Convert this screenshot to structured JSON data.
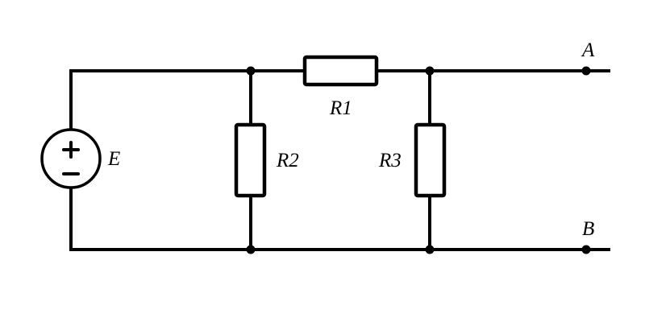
{
  "diagram": {
    "type": "electrical-circuit",
    "components": {
      "source": {
        "label": "E",
        "kind": "voltage-source",
        "polarity_top": "+",
        "polarity_bottom": "-"
      },
      "r1": {
        "label": "R1",
        "kind": "resistor",
        "placement": "series-top"
      },
      "r2": {
        "label": "R2",
        "kind": "resistor",
        "placement": "shunt-left"
      },
      "r3": {
        "label": "R3",
        "kind": "resistor",
        "placement": "shunt-right"
      }
    },
    "terminals": {
      "a": {
        "label": "A"
      },
      "b": {
        "label": "B"
      }
    },
    "colors": {
      "line": "#000000",
      "background": "#ffffff"
    }
  }
}
